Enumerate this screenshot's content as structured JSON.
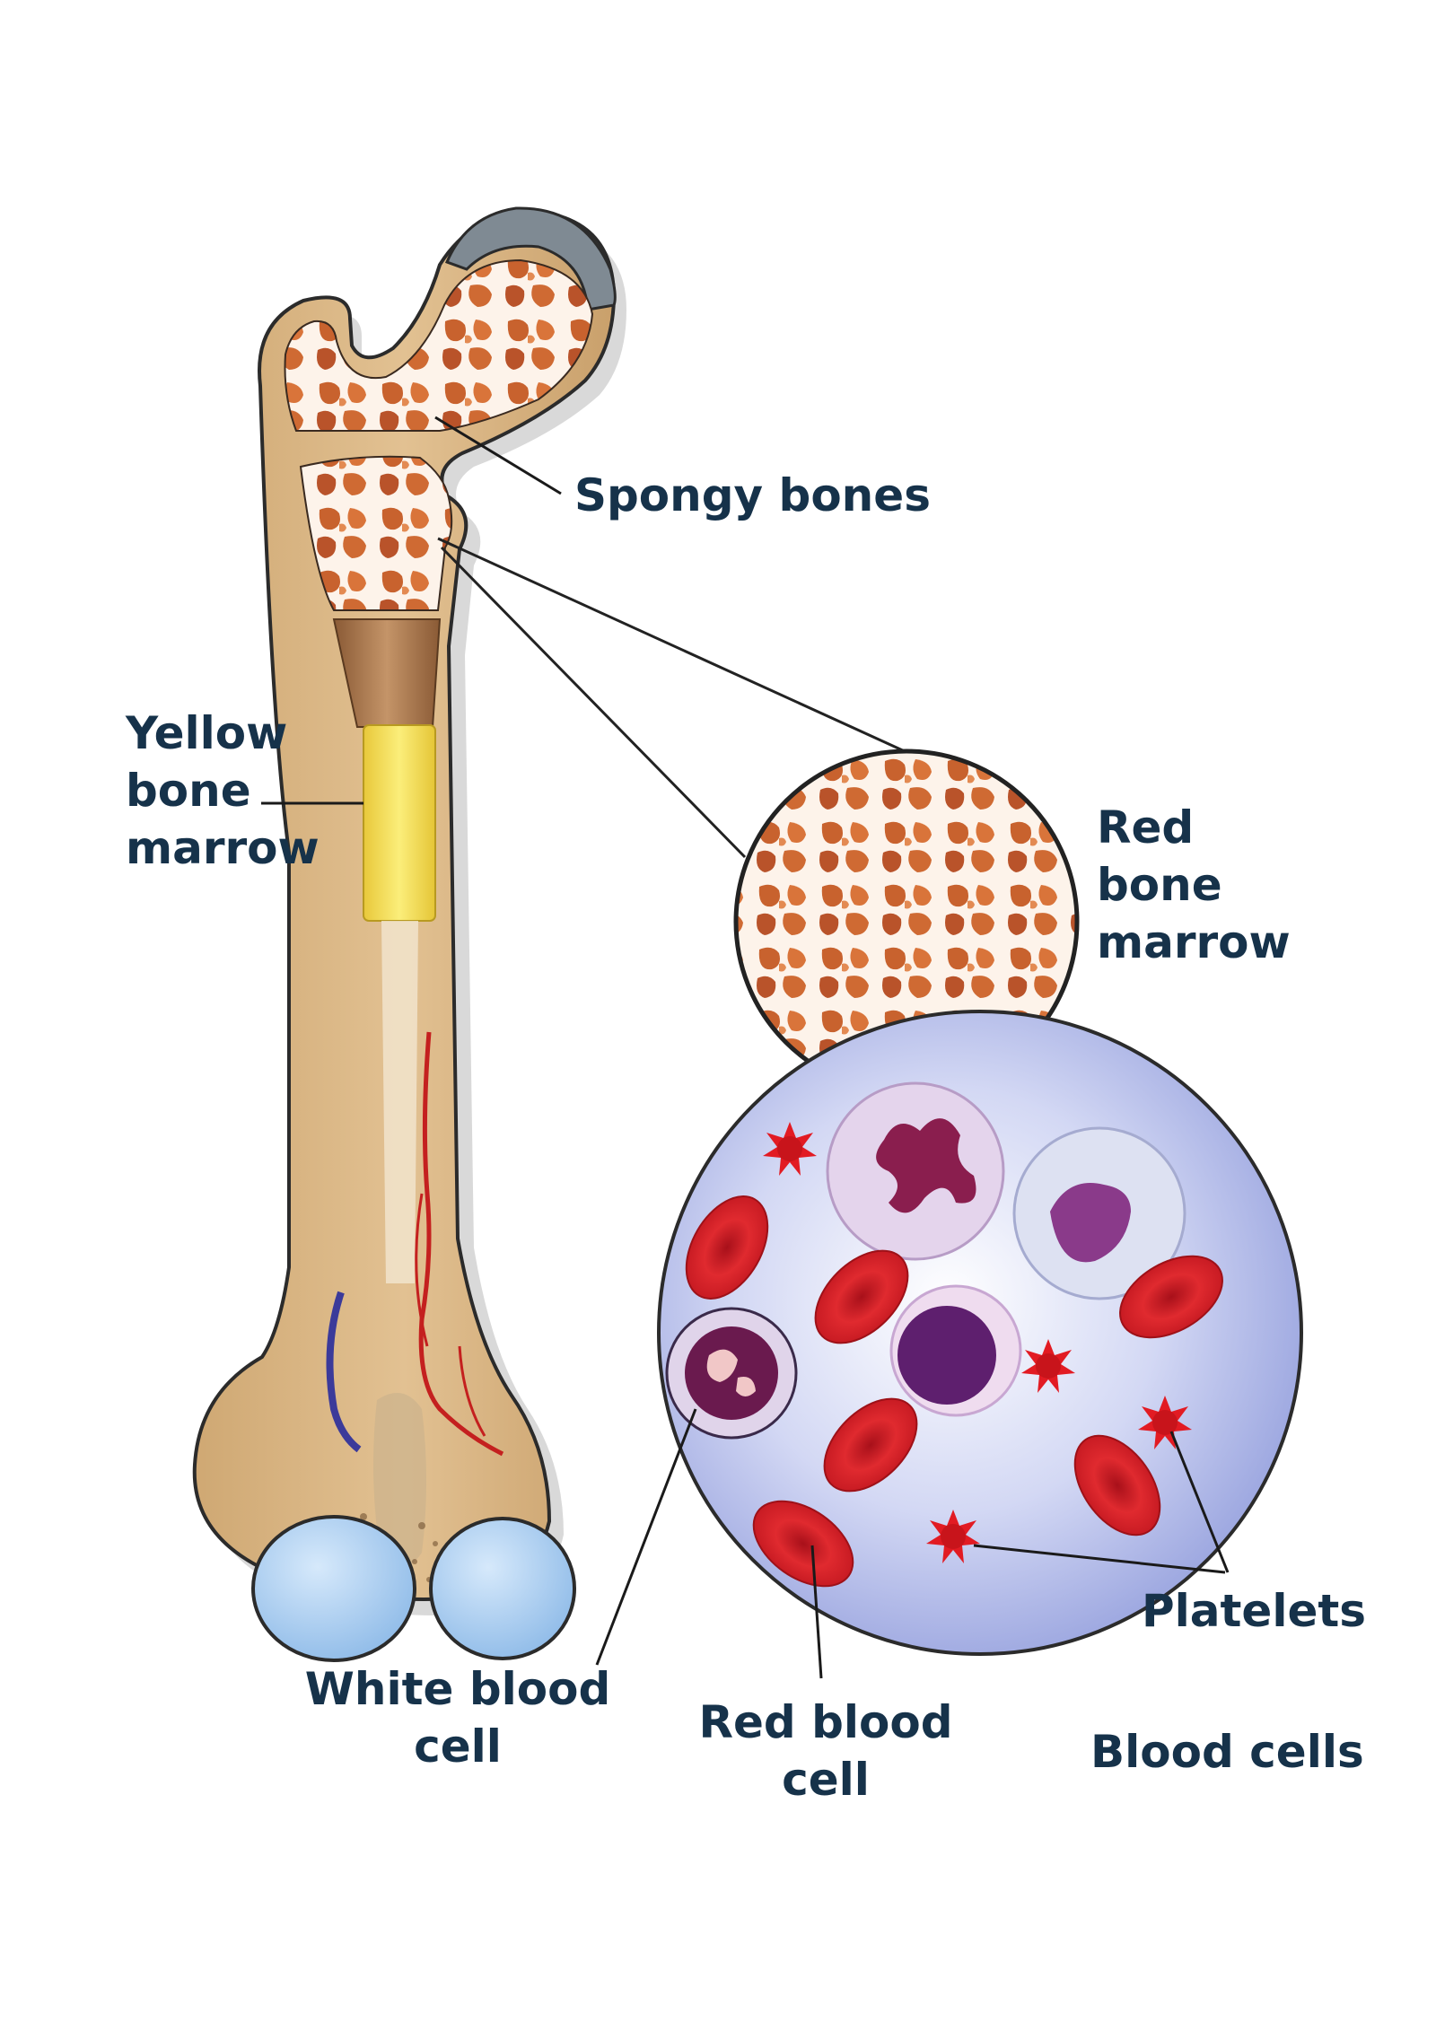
{
  "labels": {
    "spongy_bones": "Spongy bones",
    "yellow_marrow": [
      "Yellow",
      "bone",
      "marrow"
    ],
    "red_marrow": [
      "Red",
      "bone",
      "marrow"
    ],
    "platelets": "Platelets",
    "white_blood_cell": [
      "White blood",
      "cell"
    ],
    "red_blood_cell": [
      "Red blood",
      "cell"
    ],
    "blood_cells": "Blood cells"
  },
  "colors": {
    "label_text": "#16324a",
    "bone": "#dcb98a",
    "bone_outline": "#2b2b2b",
    "yellow_marrow": "#f4e04d",
    "cartilage": "#a9cdf0",
    "red_cell": "#d31f26",
    "spongy_fill": "#c8622e",
    "blood_circle": "#aeb7e8"
  }
}
